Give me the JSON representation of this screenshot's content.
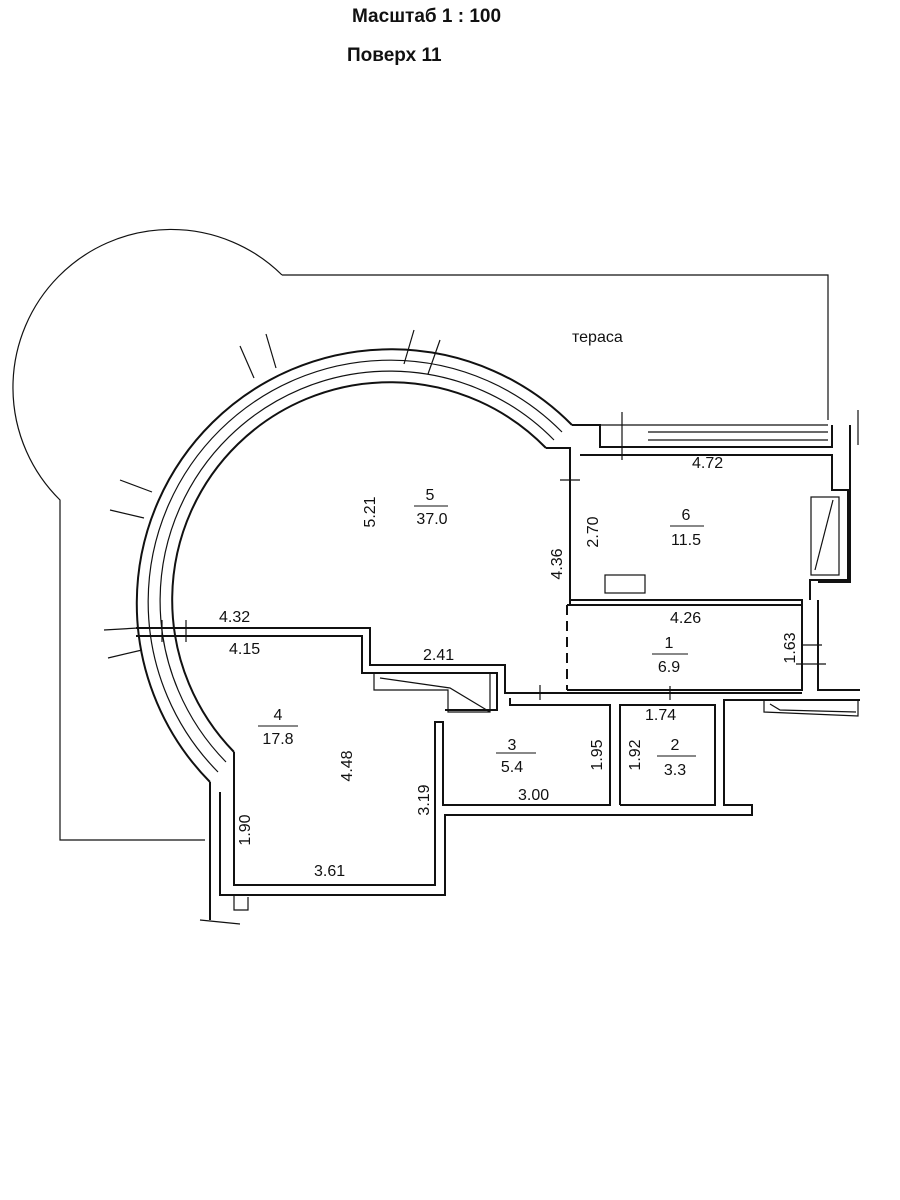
{
  "header": {
    "scale": "Масштаб 1 : 100",
    "floor": "Поверх 11"
  },
  "terrace_label": "тераса",
  "rooms": [
    {
      "number": "1",
      "area": "6.9"
    },
    {
      "number": "2",
      "area": "3.3"
    },
    {
      "number": "3",
      "area": "5.4"
    },
    {
      "number": "4",
      "area": "17.8"
    },
    {
      "number": "5",
      "area": "37.0"
    },
    {
      "number": "6",
      "area": "11.5"
    }
  ],
  "dimensions": {
    "r5_radius": "5.21",
    "r5_side": "4.36",
    "r6_width": "4.72",
    "r6_height": "2.70",
    "r1_width": "4.26",
    "r1_height": "1.63",
    "r2_width": "1.74",
    "r2_height": "1.92",
    "r3_width": "3.00",
    "r3_height": "1.95",
    "r4_top_outer": "4.32",
    "r4_top_inner": "4.15",
    "r4_height": "4.48",
    "r4_right": "3.19",
    "r4_left": "1.90",
    "r4_bottom": "3.61",
    "niche": "2.41"
  }
}
